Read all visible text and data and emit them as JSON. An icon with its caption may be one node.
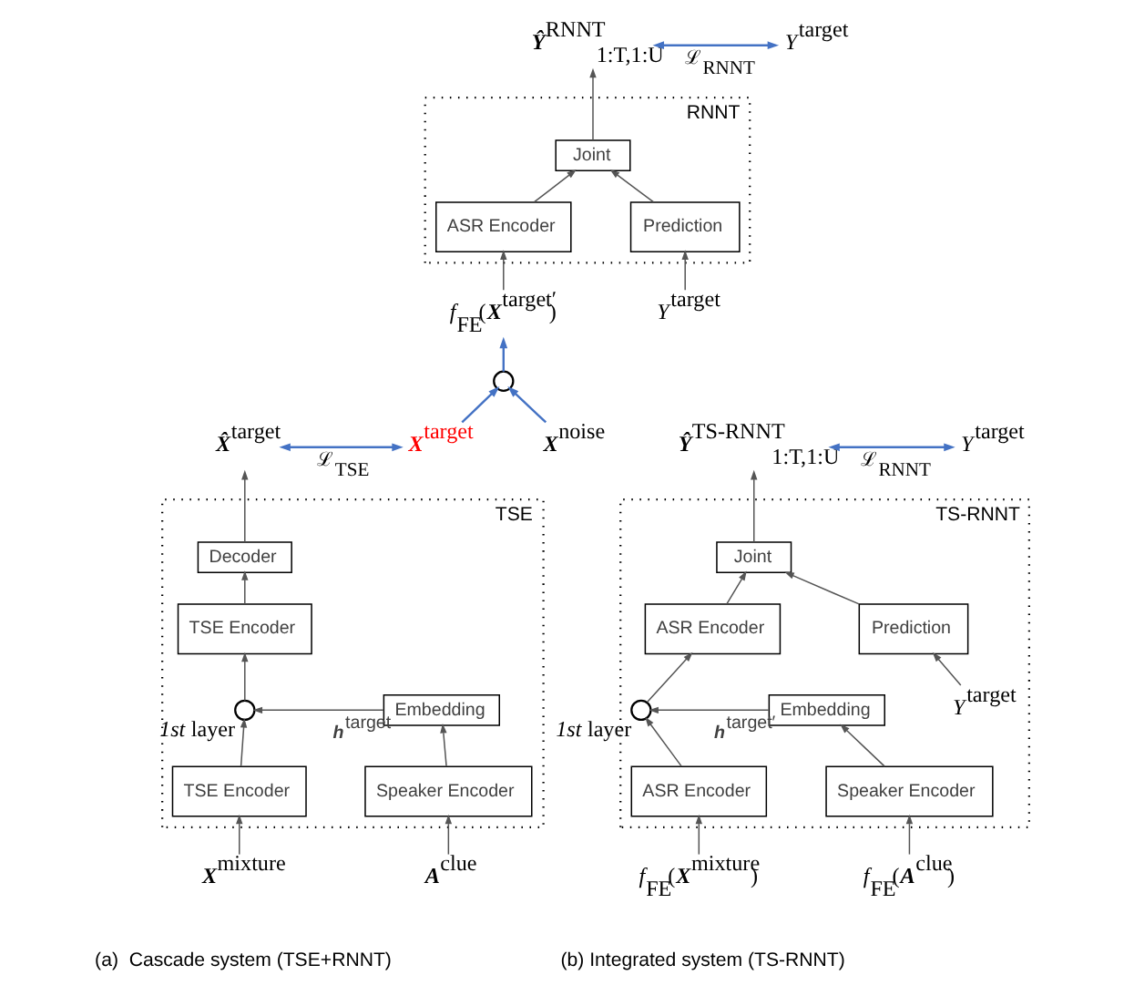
{
  "diagram": {
    "nodes": [
      {
        "text": [
          "RNNT"
        ]
      },
      {
        "text": [
          "Joint"
        ],
        "in": 0
      },
      {
        "text": [
          "ASR Encoder"
        ],
        "in": 0
      },
      {
        "text": [
          "Prediction"
        ],
        "in": 0
      },
      {
        "text": [
          "**Ŷ**$^{RNNT}$$_{1:T,1:U}$"
        ]
      },
      {
        "text": [
          "*Y*$^{target}$"
        ]
      },
      {
        "text": [
          "*f*$_{FE}$(**X**$^{target′}$)"
        ]
      },
      {
        "text": [
          "*Y*$^{target}$"
        ]
      },
      {
        "text": [],
        "shape": "circle"
      },
      {
        "text": [
          "**X̂**$^{target}$"
        ]
      },
      {
        "text": [
          "**X**$^{target}$"
        ]
      },
      {
        "text": [
          "**X**$^{noise}$"
        ]
      },
      {
        "text": [
          "TSE"
        ]
      },
      {
        "text": [
          "Decoder"
        ],
        "in": 12
      },
      {
        "text": [
          "TSE Encoder"
        ],
        "in": 12
      },
      {
        "text": [],
        "shape": "circle",
        "in": 12,
        "beside": [
          "*1st* layer"
        ]
      },
      {
        "text": [
          "Embedding"
        ],
        "in": 12,
        "beside": [
          "**h**$^{target}$"
        ]
      },
      {
        "text": [
          "TSE Encoder"
        ],
        "in": 12
      },
      {
        "text": [
          "Speaker Encoder"
        ],
        "in": 12
      },
      {
        "text": [
          "**X**$^{mixture}$"
        ]
      },
      {
        "text": [
          "**A**$^{clue}$"
        ]
      },
      {
        "text": [
          "**Ŷ**$^{TS-RNNT}$$_{1:T,1:U}$"
        ]
      },
      {
        "text": [
          "*Y*$^{target}$"
        ]
      },
      {
        "text": [
          "TS-RNNT"
        ]
      },
      {
        "text": [
          "Joint"
        ],
        "in": 23
      },
      {
        "text": [
          "ASR Encoder"
        ],
        "in": 23
      },
      {
        "text": [
          "Prediction"
        ],
        "in": 23
      },
      {
        "text": [
          "*Y*$^{target}$"
        ],
        "in": 23
      },
      {
        "text": [],
        "shape": "circle",
        "in": 23,
        "beside": [
          "*1st* layer"
        ]
      },
      {
        "text": [
          "Embedding"
        ],
        "in": 23,
        "beside": [
          "**h**$^{target′}$"
        ]
      },
      {
        "text": [
          "ASR Encoder"
        ],
        "in": 23
      },
      {
        "text": [
          "Speaker Encoder"
        ],
        "in": 23
      },
      {
        "text": [
          "*f*$_{FE}$(**X**$^{mixture}$)"
        ]
      },
      {
        "text": [
          "*f*$_{FE}$(**A**$^{clue}$)"
        ]
      }
    ],
    "edges": [
      {
        "from": 1,
        "to": 4,
        "arrow": "to"
      },
      {
        "from": 4,
        "to": 5,
        "arrow": "both",
        "label": "ℒ$_{RNNT}$",
        "color": "#4472c4"
      },
      {
        "from": 2,
        "to": 1,
        "arrow": "to"
      },
      {
        "from": 3,
        "to": 1,
        "arrow": "to"
      },
      {
        "from": 6,
        "to": 2,
        "arrow": "to"
      },
      {
        "from": 7,
        "to": 3,
        "arrow": "to"
      },
      {
        "from": 8,
        "to": 6,
        "arrow": "to",
        "color": "#4472c4"
      },
      {
        "from": 10,
        "to": 8,
        "arrow": "to",
        "color": "#4472c4"
      },
      {
        "from": 11,
        "to": 8,
        "arrow": "to",
        "color": "#4472c4"
      },
      {
        "from": 9,
        "to": 10,
        "arrow": "both",
        "label": "ℒ$_{TSE}$",
        "color": "#4472c4"
      },
      {
        "from": 13,
        "to": 9,
        "arrow": "to"
      },
      {
        "from": 14,
        "to": 13,
        "arrow": "to"
      },
      {
        "from": 15,
        "to": 14,
        "arrow": "to"
      },
      {
        "from": 16,
        "to": 15,
        "arrow": "to"
      },
      {
        "from": 17,
        "to": 15,
        "arrow": "to"
      },
      {
        "from": 18,
        "to": 16,
        "arrow": "to"
      },
      {
        "from": 19,
        "to": 17,
        "arrow": "to"
      },
      {
        "from": 20,
        "to": 18,
        "arrow": "to"
      },
      {
        "from": 24,
        "to": 21,
        "arrow": "to"
      },
      {
        "from": 21,
        "to": 22,
        "arrow": "both",
        "label": "ℒ$_{RNNT}$",
        "color": "#4472c4"
      },
      {
        "from": 25,
        "to": 24,
        "arrow": "to"
      },
      {
        "from": 26,
        "to": 24,
        "arrow": "to"
      },
      {
        "from": 27,
        "to": 26,
        "arrow": "to"
      },
      {
        "from": 28,
        "to": 25,
        "arrow": "to"
      },
      {
        "from": 29,
        "to": 28,
        "arrow": "to"
      },
      {
        "from": 30,
        "to": 28,
        "arrow": "to"
      },
      {
        "from": 31,
        "to": 29,
        "arrow": "to"
      },
      {
        "from": 32,
        "to": 30,
        "arrow": "to"
      },
      {
        "from": 33,
        "to": 31,
        "arrow": "to"
      }
    ],
    "labels": [
      "(a)  Cascade system (TSE+RNNT)",
      "(b) Integrated system (TS-RNNT)"
    ]
  }
}
